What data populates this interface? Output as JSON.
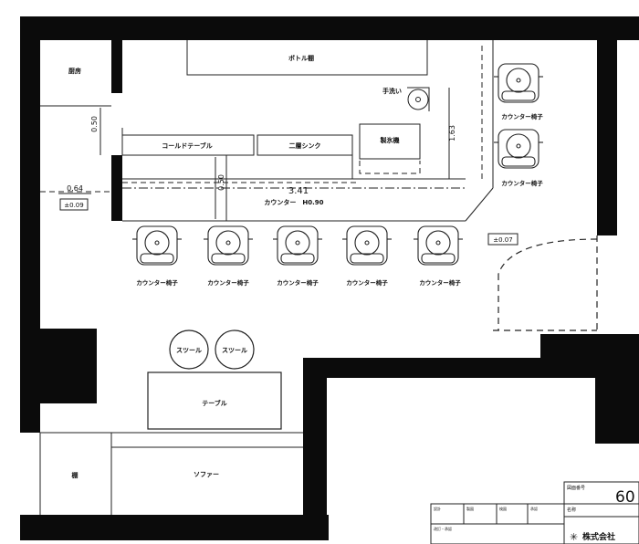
{
  "drawing": {
    "rooms": {
      "kitchen": "厨房",
      "storage": "棚"
    },
    "fixtures": {
      "bottle_shelf": "ボトル棚",
      "hand_wash": "手洗い",
      "cold_table": "コールドテーブル",
      "double_sink": "二層シンク",
      "ice_maker": "製氷機",
      "counter": "カウンター　H0.90",
      "table": "テーブル",
      "sofa": "ソファー"
    },
    "seating": {
      "stool_label": "スツール",
      "counter_chair_label": "カウンター椅子",
      "counter_chair_count": 7,
      "stool_count": 2
    },
    "dimensions": {
      "d_050_a": "0.50",
      "d_050_b": "0.50",
      "d_163": "1.63",
      "d_341": "3.41",
      "d_064": "0.64",
      "level_left": "±0.09",
      "level_right": "±0.07"
    },
    "title_block": {
      "drawing_no_label": "図面番号",
      "drawing_no_value": "60",
      "company": "株式会社",
      "name_label": "名称",
      "revision_label": "改訂・承認",
      "cells": [
        "設計",
        "製図",
        "検図",
        "承認"
      ]
    }
  }
}
